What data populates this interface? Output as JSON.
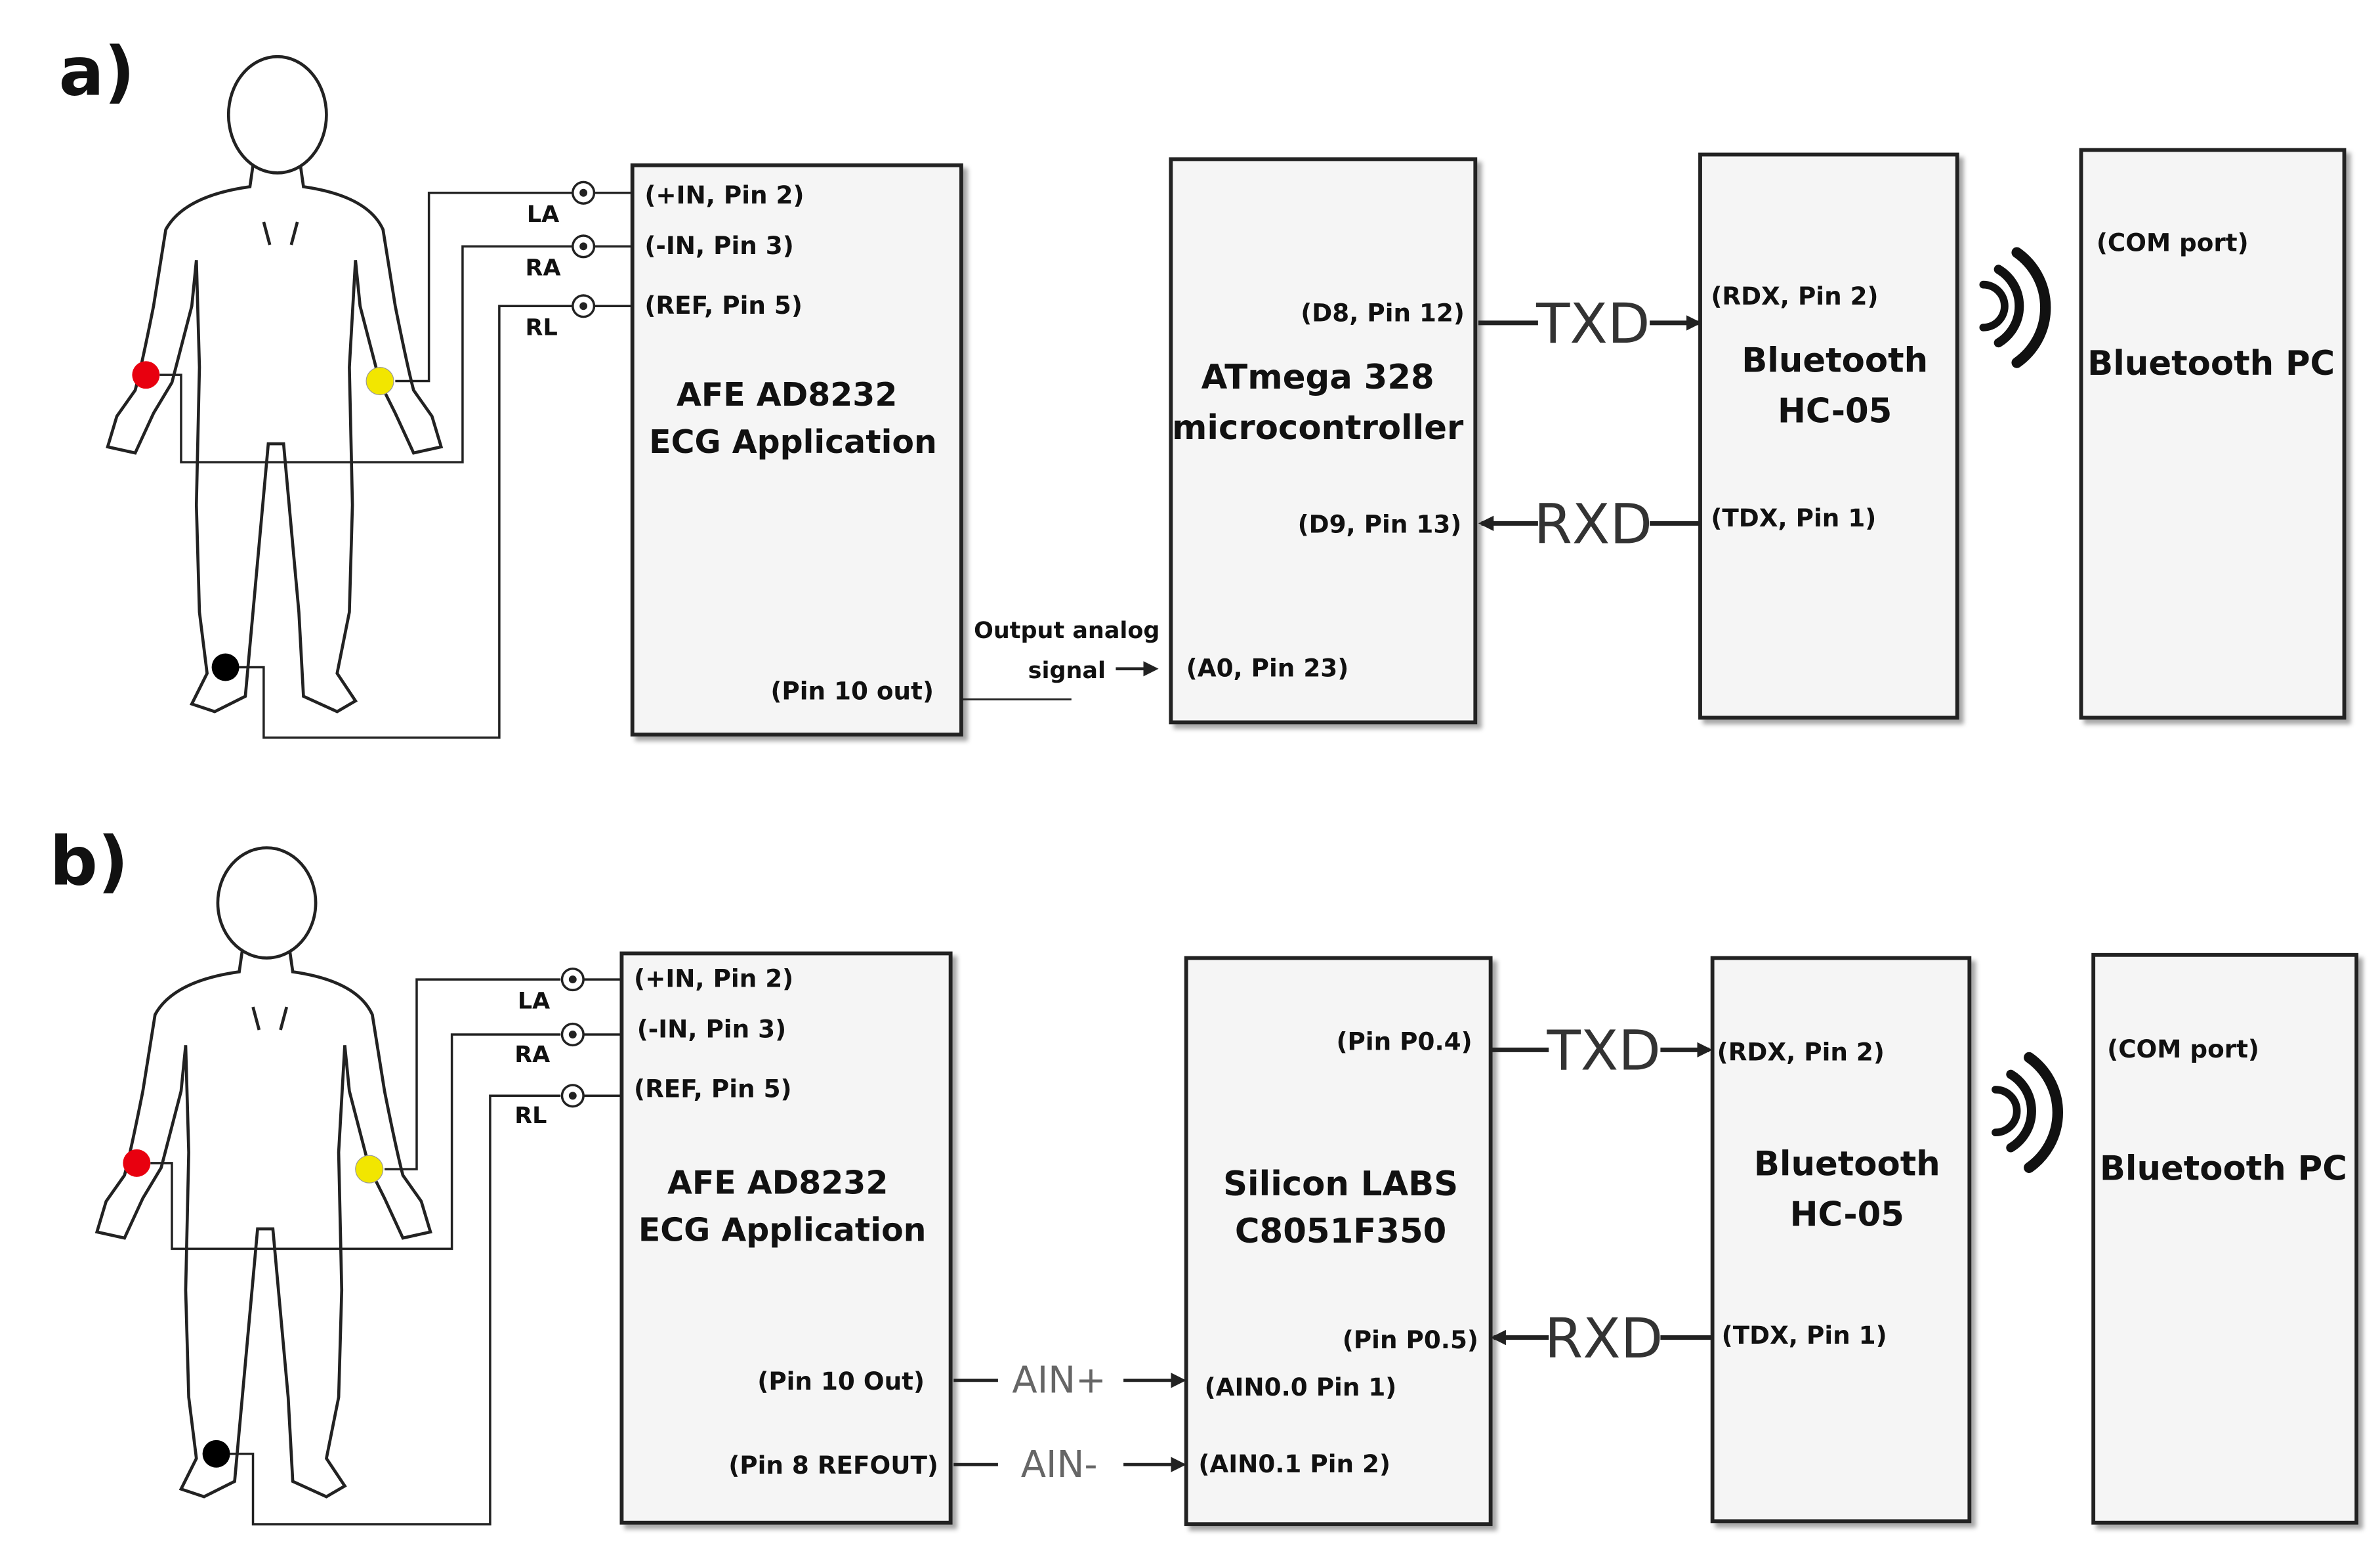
{
  "panels": [
    {
      "tag": "a)",
      "leads": [
        "LA",
        "RA",
        "RL"
      ],
      "afe": {
        "pins": [
          "(+IN, Pin 2)",
          "(-IN, Pin 3)",
          "(REF, Pin 5)"
        ],
        "title1": "AFE AD8232",
        "title2": "ECG Application",
        "out_pin": "(Pin 10 out)"
      },
      "output_label1": "Output analog",
      "output_label2": "signal",
      "mcu": {
        "title1": "ATmega 328",
        "title2": "microcontroller",
        "tx_pin": "(D8, Pin 12)",
        "rx_pin": "(D9, Pin 13)",
        "in_pin": "(A0, Pin 23)"
      },
      "txd": "TXD",
      "rxd": "RXD",
      "bt": {
        "title1": "Bluetooth",
        "title2": "HC-05",
        "rx_pin": "(RDX, Pin 2)",
        "tx_pin": "(TDX, Pin 1)"
      },
      "pc": {
        "port": "(COM port)",
        "title": "Bluetooth PC"
      }
    },
    {
      "tag": "b)",
      "leads": [
        "LA",
        "RA",
        "RL"
      ],
      "afe": {
        "pins": [
          "(+IN, Pin 2)",
          "(-IN, Pin 3)",
          "(REF, Pin 5)"
        ],
        "title1": "AFE AD8232",
        "title2": "ECG Application",
        "out_pin": "(Pin 10 Out)",
        "ref_pin": "(Pin 8 REFOUT)"
      },
      "ain_plus": "AIN+",
      "ain_minus": "AIN-",
      "mcu": {
        "title1": "Silicon LABS",
        "title2": "C8051F350",
        "tx_pin": "(Pin P0.4)",
        "rx_pin": "(Pin P0.5)",
        "in_pin": "(AIN0.0 Pin 1)",
        "in2_pin": "(AIN0.1 Pin 2)"
      },
      "txd": "TXD",
      "rxd": "RXD",
      "bt": {
        "title1": "Bluetooth",
        "title2": "HC-05",
        "rx_pin": "(RDX, Pin 2)",
        "tx_pin": "(TDX, Pin 1)"
      },
      "pc": {
        "port": "(COM port)",
        "title": "Bluetooth PC"
      }
    }
  ],
  "colors": {
    "electrode_la": "#f2e600",
    "electrode_ra": "#e8000f",
    "electrode_rl": "#000000",
    "box_fill": "#f5f5f5"
  }
}
